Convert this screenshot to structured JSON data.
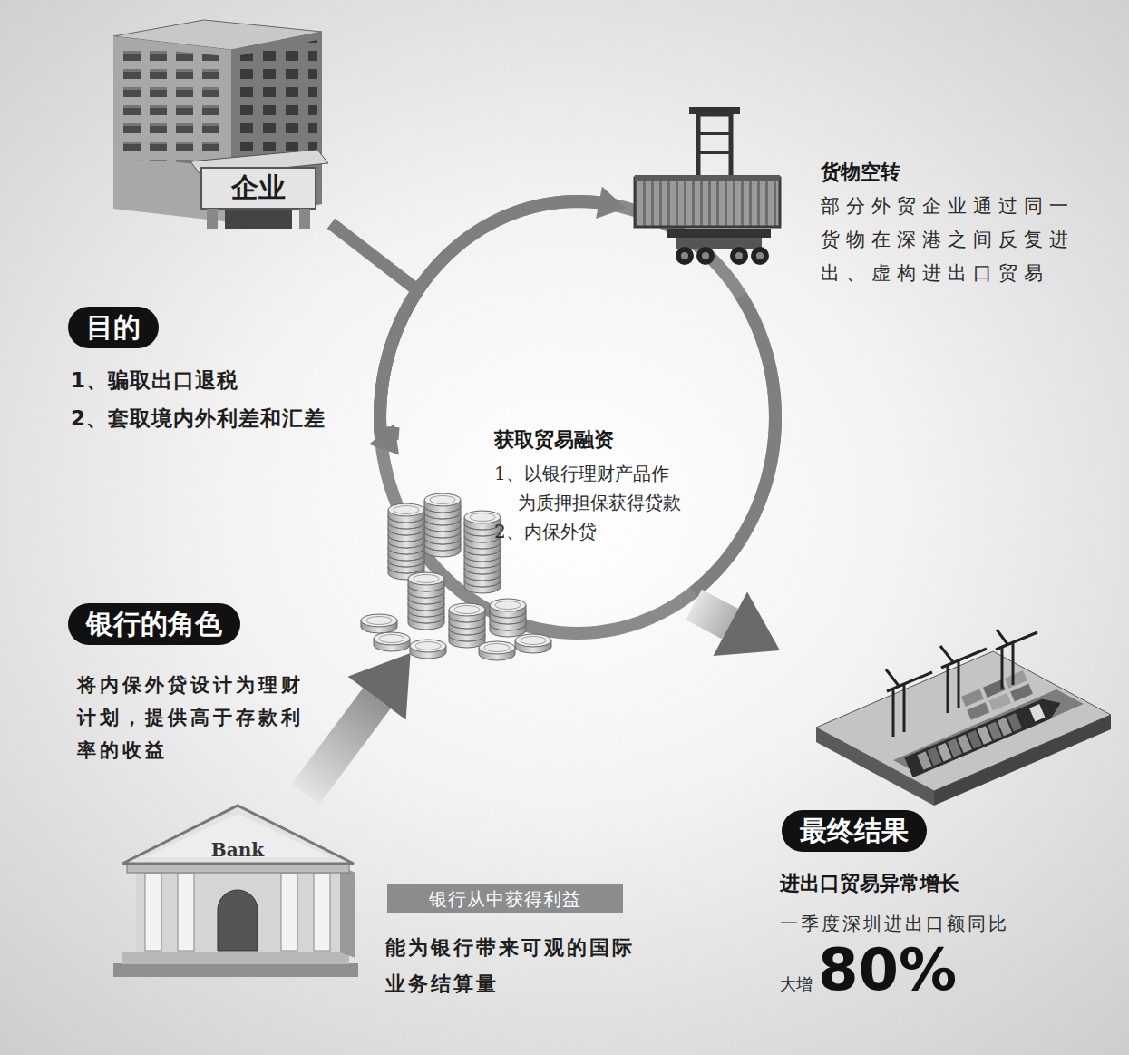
{
  "diagram": {
    "nodes": [
      {
        "text": [
          "企业"
        ]
      },
      {
        "text": [
          "目的",
          "1、骗取出口退税",
          "2、套取境内外利差和汇差"
        ]
      },
      {
        "text": [
          "货物空转",
          "部分外贸企业通过同一货物在深港之间反复进出、虚构进出口贸易"
        ]
      },
      {
        "text": [
          "获取贸易融资",
          "1、以银行理财产品作为质押担保获得贷款",
          "2、内保外贷"
        ]
      },
      {
        "text": [
          "银行的角色",
          "将内保外贷设计为理财计划，提供高于存款利率的收益"
        ]
      },
      {
        "text": [
          "Bank"
        ]
      },
      {
        "text": [
          "银行从中获得利益",
          "能为银行带来可观的国际业务结算量"
        ]
      },
      {
        "text": [
          "最终结果",
          "进出口贸易异常增长",
          "一季度深圳进出口额同比",
          "大增",
          "80%"
        ]
      }
    ],
    "edges": [
      {
        "from": 0,
        "to": 3,
        "arrow": "to"
      },
      {
        "from": 3,
        "to": 2,
        "arrow": "to"
      },
      {
        "from": 2,
        "to": 3,
        "arrow": "none"
      },
      {
        "from": 5,
        "to": 3,
        "arrow": "to"
      },
      {
        "from": 3,
        "to": 7,
        "arrow": "to"
      }
    ]
  }
}
